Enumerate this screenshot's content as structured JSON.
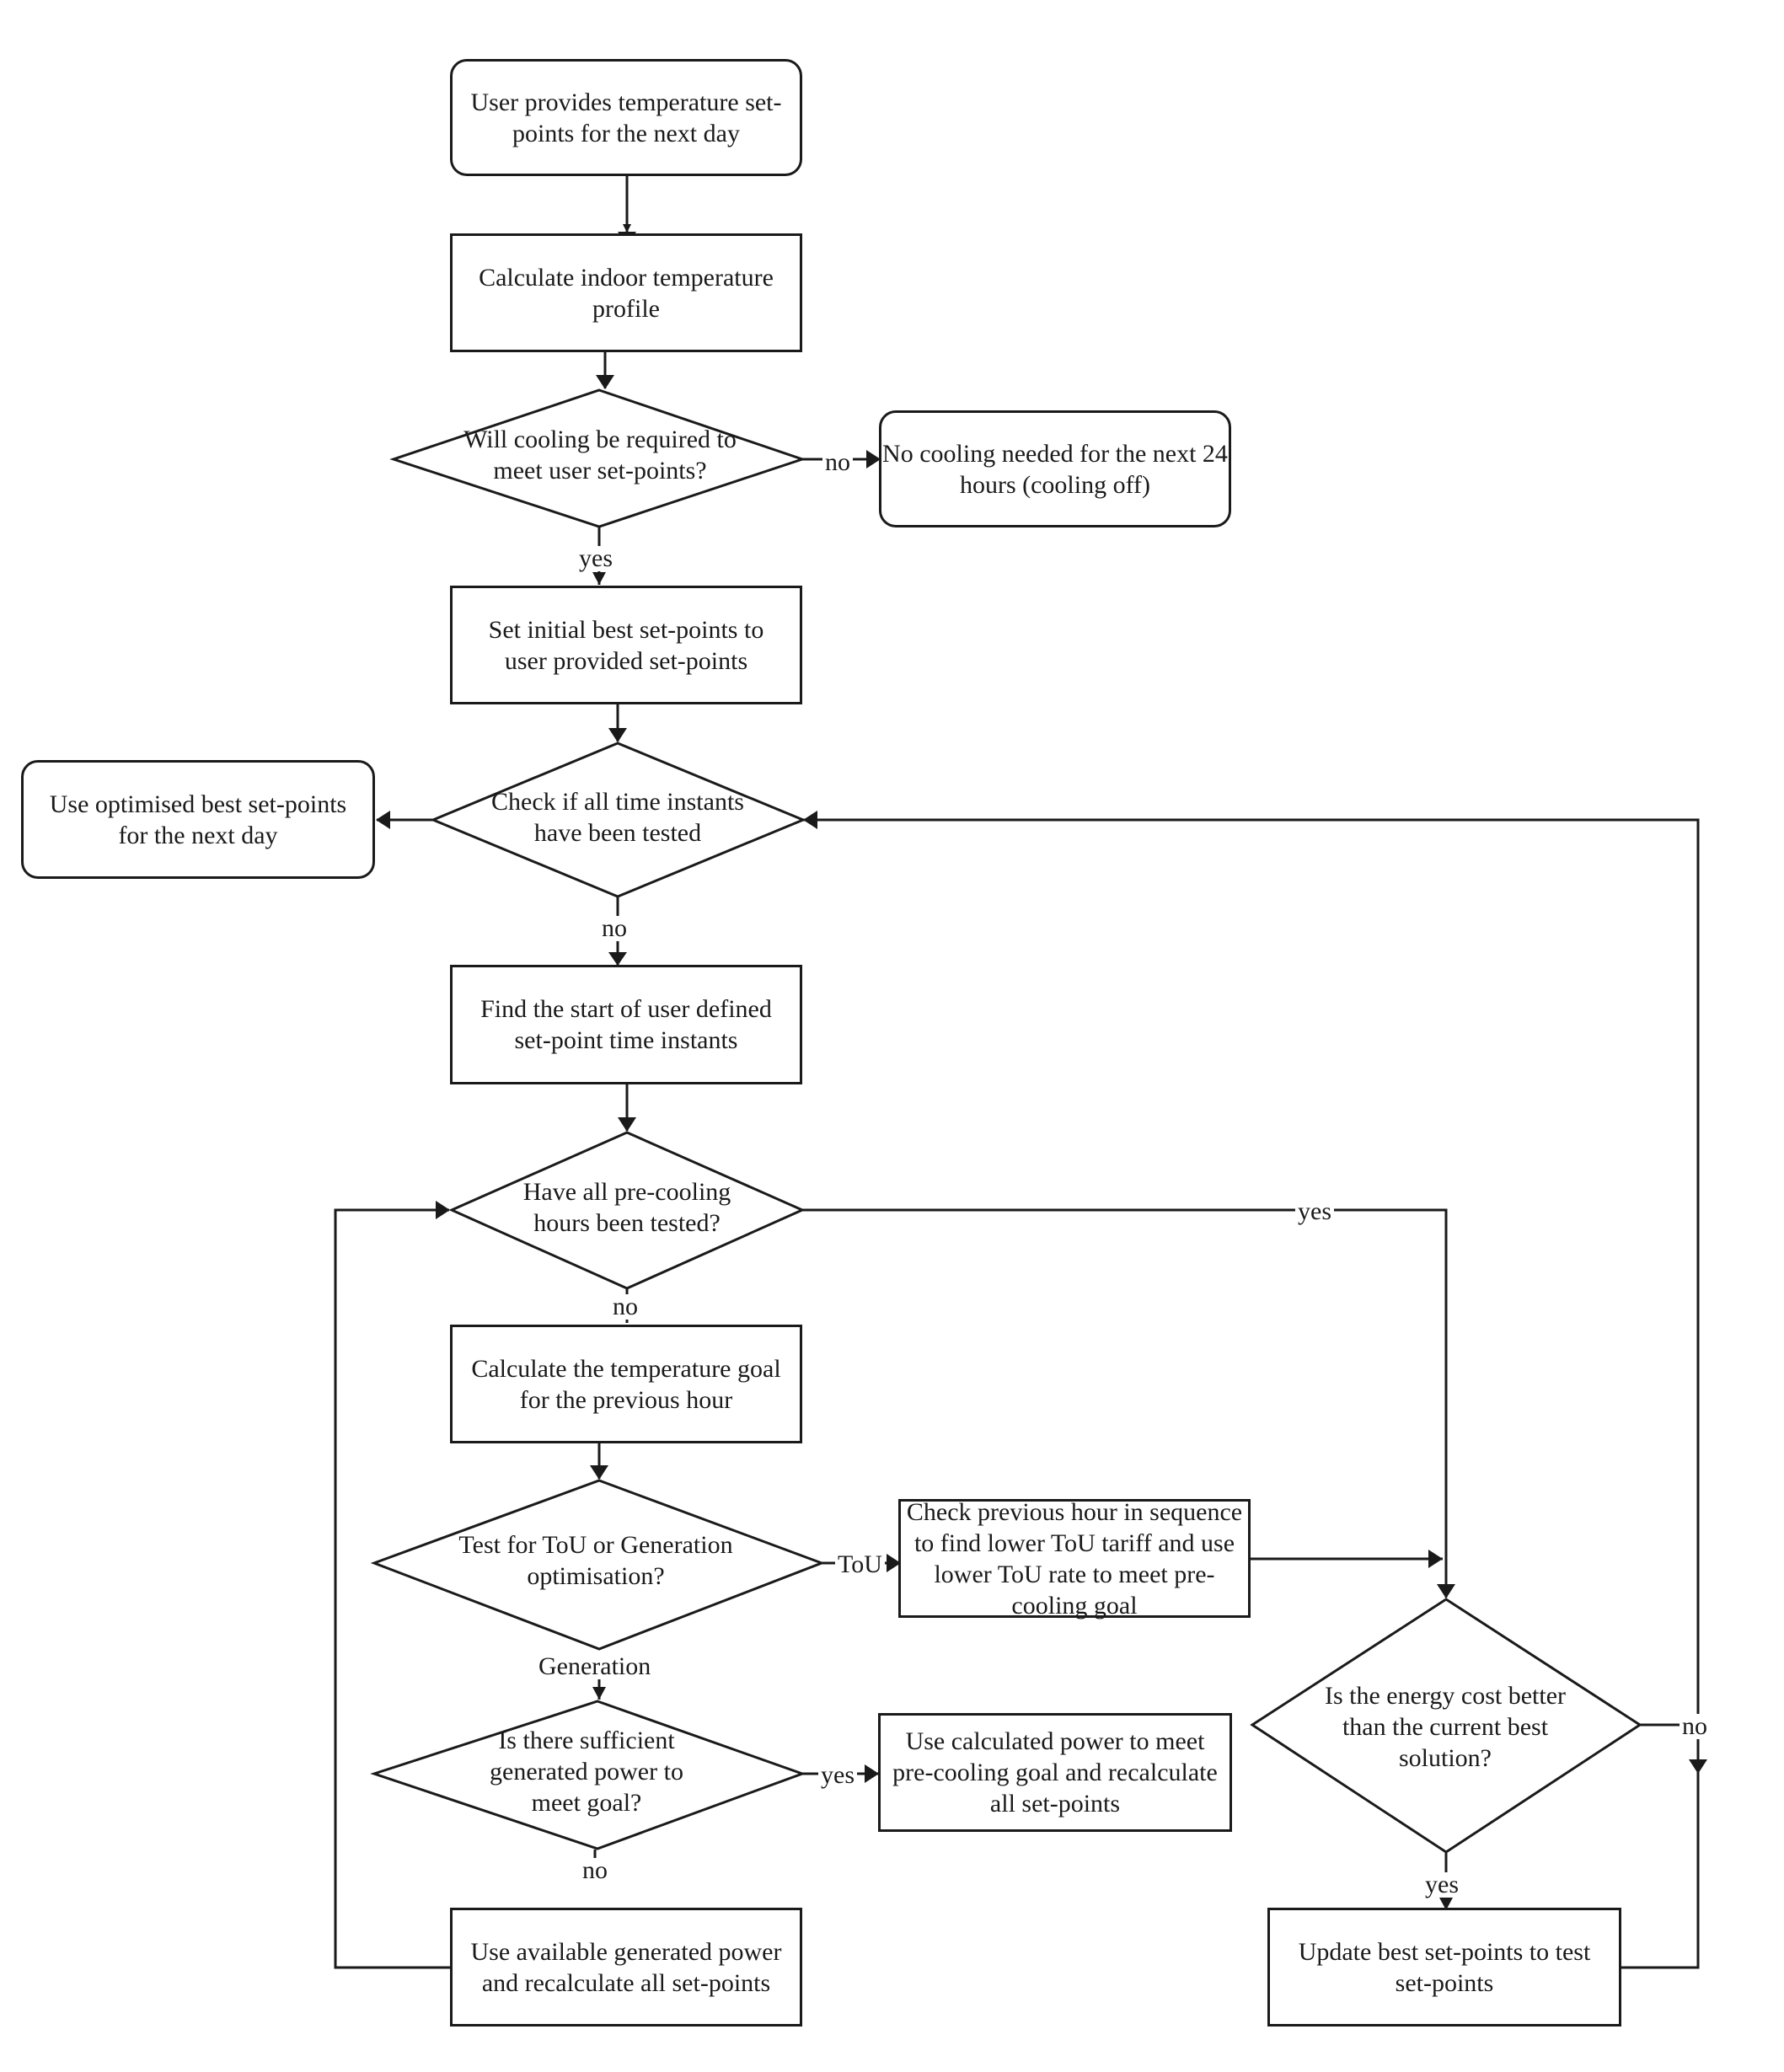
{
  "nodes": {
    "user_provides": "User provides temperature set-points for the next day",
    "calc_indoor": "Calculate indoor temperature profile",
    "cooling_required": "Will cooling be required to meet user set-points?",
    "no_cooling": "No cooling needed for the next 24 hours (cooling off)",
    "set_initial": "Set initial best set-points to user provided set-points",
    "check_all_instants": "Check if all time instants have been tested",
    "use_optimised": "Use optimised best set-points for the next day",
    "find_start": "Find the start of user defined set-point time instants",
    "all_precooling": "Have all pre-cooling hours been tested?",
    "calc_goal": "Calculate the temperature goal for the previous hour",
    "test_tou": "Test for ToU or Generation optimisation?",
    "check_prev_hour": "Check previous hour in sequence to find lower ToU tariff and use lower ToU rate to meet pre-cooling goal",
    "sufficient_power": "Is there sufficient generated power to meet goal?",
    "use_calculated": "Use calculated power to meet pre-cooling goal and recalculate all set-points",
    "use_available": "Use available generated power and recalculate all set-points",
    "energy_cost": "Is the energy cost better than the current best solution?",
    "update_best": "Update best set-points to test set-points"
  },
  "edge_labels": {
    "cooling_no": "no",
    "cooling_yes": "yes",
    "instants_no": "no",
    "precool_yes": "yes",
    "precool_no": "no",
    "tou": "ToU",
    "generation": "Generation",
    "power_yes": "yes",
    "power_no": "no",
    "cost_no": "no",
    "cost_yes": "yes"
  }
}
